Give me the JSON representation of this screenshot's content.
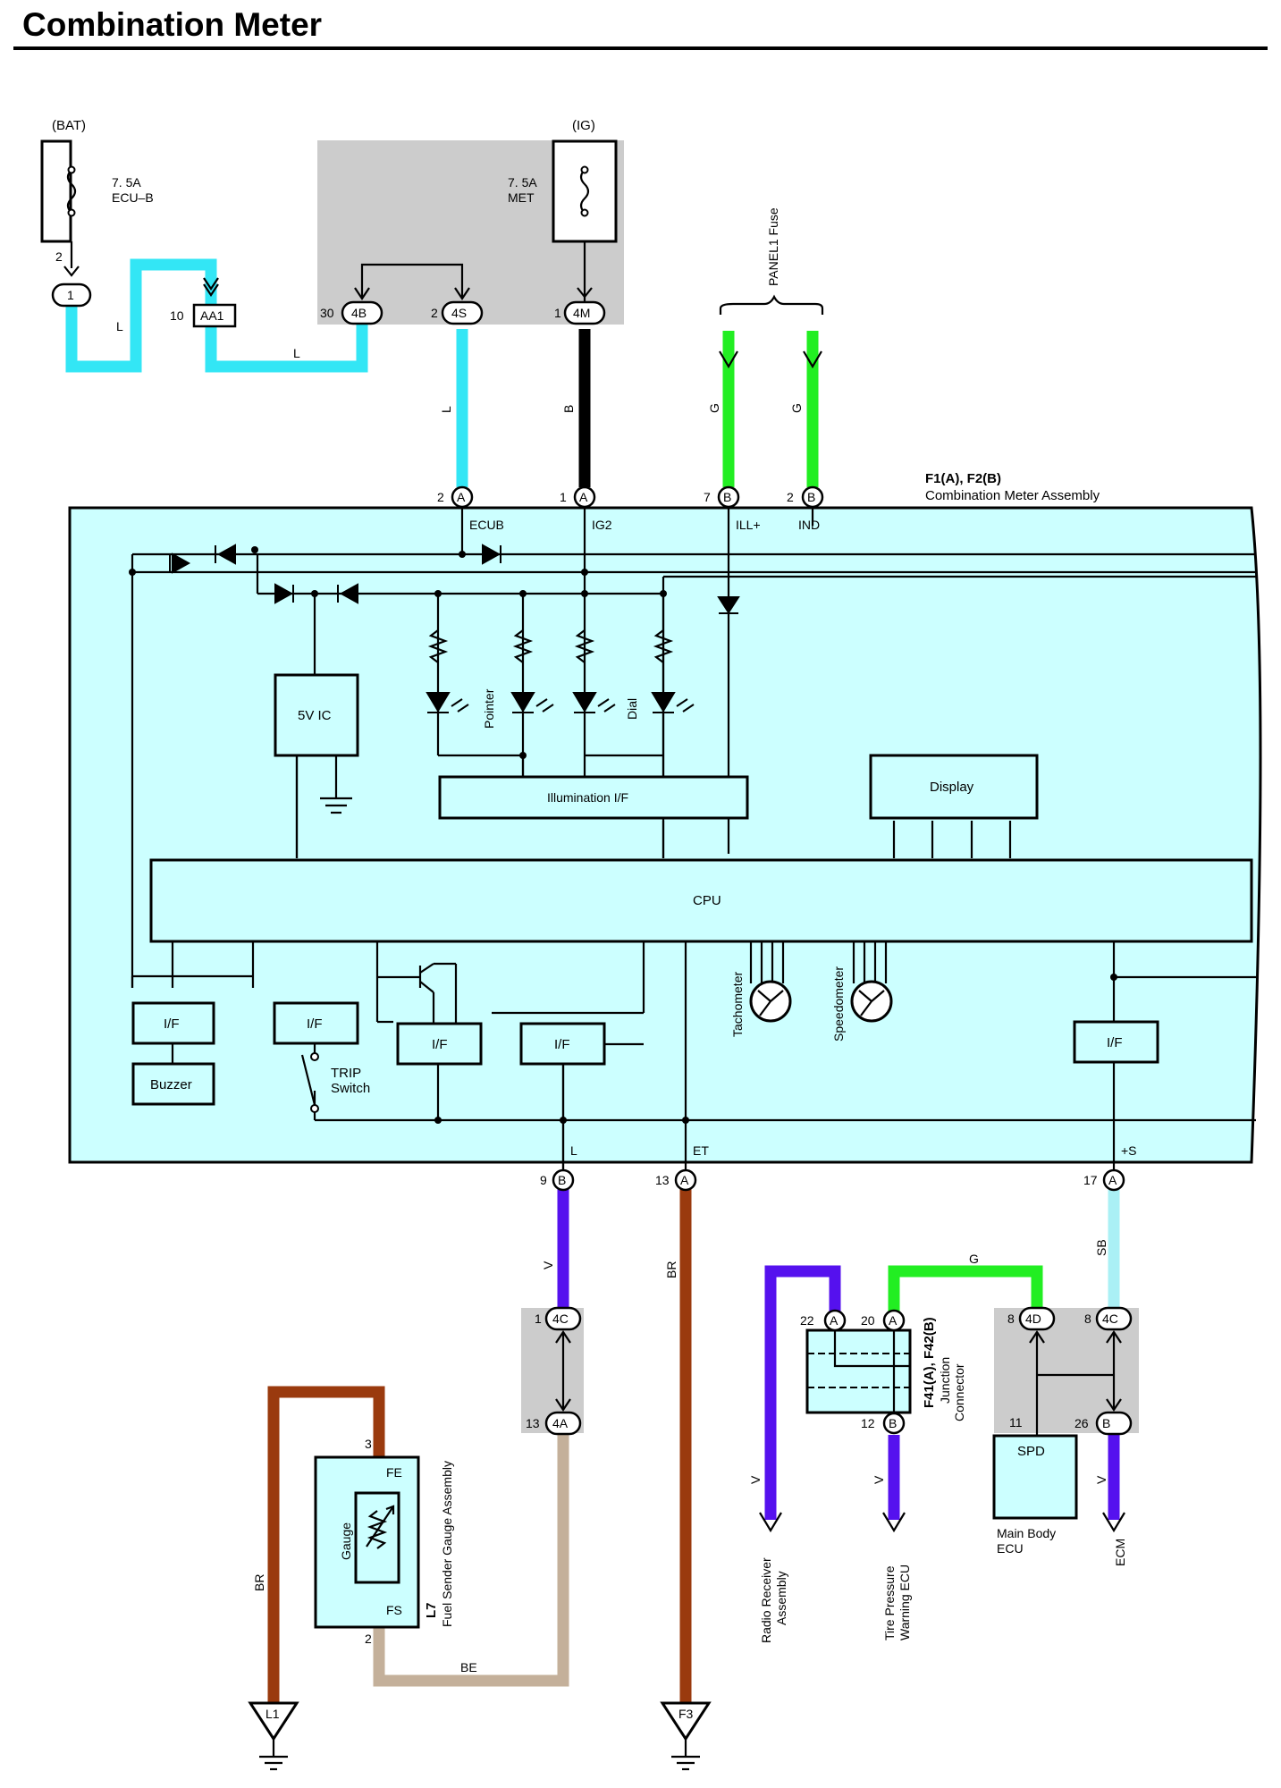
{
  "page": {
    "title": "Combination Meter"
  },
  "fuses": {
    "bat": {
      "source": "(BAT)",
      "rating": "7. 5A",
      "name": "ECU–B"
    },
    "ig": {
      "source": "(IG)",
      "rating": "7. 5A",
      "name": "MET"
    },
    "panel1": {
      "name": "PANEL1 Fuse"
    }
  },
  "connectors": {
    "c1": "1",
    "aa1": "AA1",
    "c4b": "4B",
    "c4s": "4S",
    "c4m": "4M",
    "a": "A",
    "b": "B",
    "c4c": "4C",
    "c4a": "4A",
    "c4d": "4D",
    "l1": "L1",
    "f3": "F3"
  },
  "pins": {
    "bat_fuse": "2",
    "aa1": "10",
    "c4b": "30",
    "c4s": "2",
    "c4m": "1",
    "a2": "2",
    "a1": "1",
    "b7": "7",
    "b2": "2",
    "b9": "9",
    "a13": "13",
    "a17": "17",
    "c4c_1": "1",
    "c4a_13": "13",
    "jc22": "22",
    "jc20": "20",
    "jc12": "12",
    "c4d_8": "8",
    "c4c_8": "8",
    "spd_11": "11",
    "c4b_26": "26",
    "gauge_3": "3",
    "gauge_2": "2"
  },
  "wire_colors": {
    "l": "L",
    "b": "B",
    "g": "G",
    "v": "V",
    "br": "BR",
    "be": "BE",
    "sb": "SB"
  },
  "meter": {
    "ref": "F1(A), F2(B)",
    "name": "Combination Meter Assembly",
    "terminals": {
      "ecub": "ECUB",
      "ig2": "IG2",
      "ill": "ILL+",
      "ind": "IND",
      "l": "L",
      "et": "ET",
      "s": "+S"
    },
    "blocks": {
      "ic5v": "5V IC",
      "illum_if": "Illumination I/F",
      "display": "Display",
      "cpu": "CPU",
      "if": "I/F",
      "buzzer": "Buzzer",
      "trip1": "TRIP",
      "trip2": "Switch",
      "tachometer": "Tachometer",
      "speedometer": "Speedometer",
      "pointer": "Pointer",
      "dial": "Dial"
    }
  },
  "junction": {
    "ref": "F41(A), F42(B)",
    "name1": "Junction",
    "name2": "Connector"
  },
  "main_body_ecu": {
    "block": "SPD",
    "name1": "Main Body",
    "name2": "ECU"
  },
  "fuel_sender": {
    "ref": "L7",
    "name": "Fuel Sender Gauge Assembly",
    "fe": "FE",
    "fs": "FS",
    "gauge": "Gauge"
  },
  "destinations": {
    "radio1": "Radio Receiver",
    "radio2": "Assembly",
    "tire1": "Tire Pressure",
    "tire2": "Warning ECU",
    "ecm": "ECM"
  },
  "colors": {
    "L": "#33e6f5",
    "B": "#000000",
    "G": "#22ee22",
    "V": "#5511ee",
    "BR": "#9a3a0e",
    "BE": "#c4b09a",
    "SB": "#aaf0f5",
    "meter_fill": "#ccffff",
    "junction_gray": "#cccccc"
  }
}
